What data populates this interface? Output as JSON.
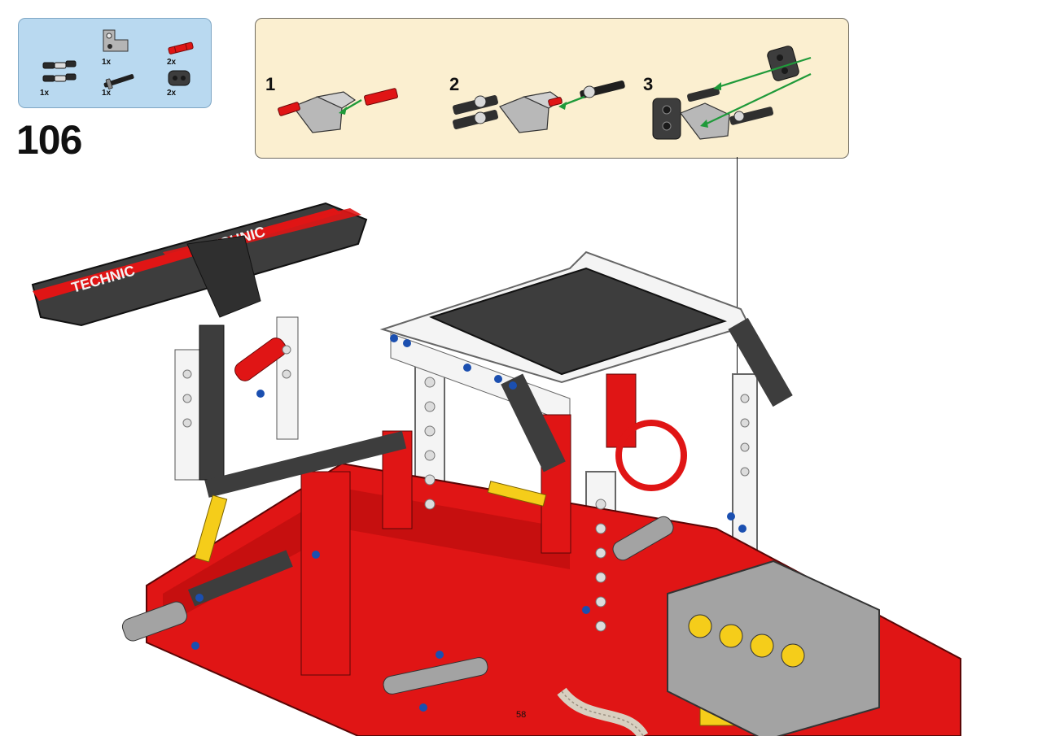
{
  "step": {
    "number": "106"
  },
  "parts_list": {
    "items": [
      {
        "name": "pin-connector-pair-icon",
        "qty": "1x"
      },
      {
        "name": "angle-connector-icon",
        "qty": "1x"
      },
      {
        "name": "red-axle-icon",
        "qty": "2x"
      },
      {
        "name": "axle-with-stop-icon",
        "qty": "1x"
      },
      {
        "name": "gray-block-icon",
        "qty": "2x"
      }
    ]
  },
  "substeps": [
    {
      "label": "1"
    },
    {
      "label": "2"
    },
    {
      "label": "3"
    }
  ],
  "colors": {
    "parts_bg": "#b9d9f0",
    "substeps_bg": "#fbefd0",
    "brick_red": "#e01515",
    "brick_white": "#f4f4f4",
    "brick_dark": "#3d3d3d",
    "brick_gray": "#a3a3a3",
    "brick_yellow": "#f5cd1a",
    "pin_blue": "#1b4fb0",
    "arrow_green": "#1f9a3a"
  },
  "model": {
    "spoiler_text": "TECHNIC",
    "chassis_label": "58"
  }
}
